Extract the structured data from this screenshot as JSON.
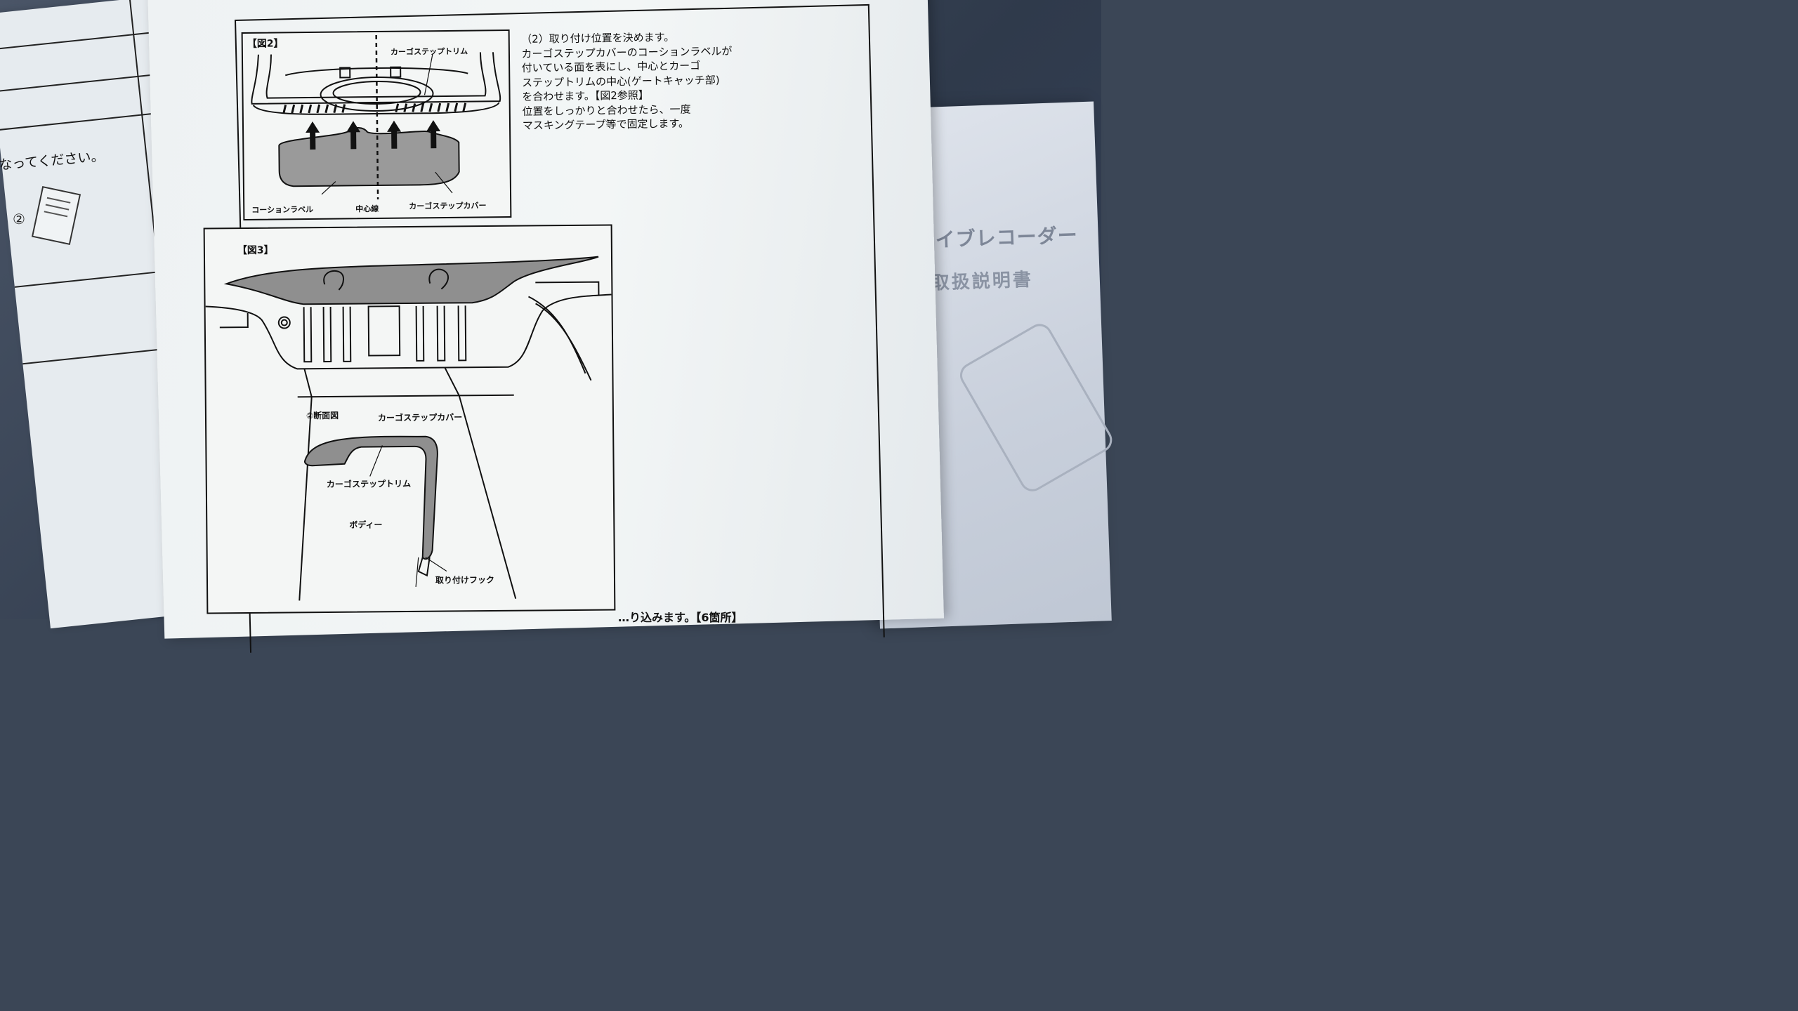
{
  "background_booklet": {
    "title": "ドライブレコーダー",
    "subtitle": "取扱説明書"
  },
  "left_sheet": {
    "text": "なってください。",
    "circled_number": "②"
  },
  "instructions": {
    "heading": "（2）取り付け位置を決めます。",
    "lines": [
      "カーゴステップカバーのコーションラベルが",
      "付いている面を表にし、中心とカーゴ",
      "ステップトリムの中心(ゲートキャッチ部)",
      "を合わせます。【図2参照】",
      "位置をしっかりと合わせたら、一度",
      "マスキングテープ等で固定します。"
    ]
  },
  "figure2": {
    "label": "【図2】",
    "callout_trim": "カーゴステップトリム",
    "callout_caution_label": "コーションラベル",
    "callout_center_line": "中心線",
    "callout_cover": "カーゴステップカバー"
  },
  "figure3": {
    "label": "【図3】",
    "section_label": "②断面図",
    "callout_cover": "カーゴステップカバー",
    "callout_trim": "カーゴステップトリム",
    "callout_body": "ボディー",
    "callout_hook": "取り付けフック"
  },
  "bottom_text": "…り込みます。【6箇所】",
  "colors": {
    "paper": "#eef2f3",
    "ink": "#111111",
    "backdrop": "#3b4656"
  }
}
